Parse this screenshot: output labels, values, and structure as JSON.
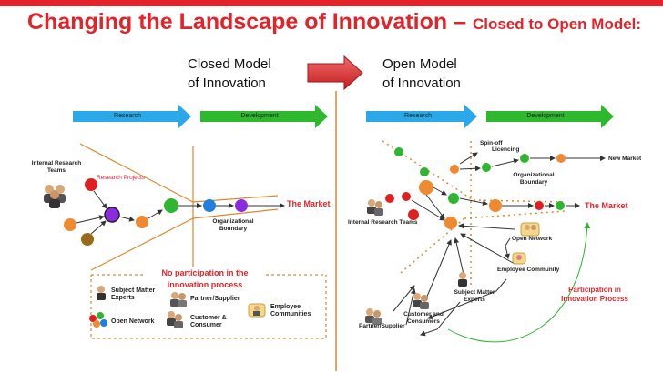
{
  "title": {
    "main": "Changing the Landscape of Innovation –",
    "sub": "Closed to Open Model:"
  },
  "closed": {
    "heading_line1": "Closed Model",
    "heading_line2": "of Innovation",
    "research_label": "Research",
    "development_label": "Development",
    "internal_teams_line1": "Internal Research",
    "internal_teams_line2": "Teams",
    "research_projects": "Research Projects",
    "the_market": "The Market",
    "org_boundary_line1": "Organizational",
    "org_boundary_line2": "Boundary",
    "no_participation_line1": "No participation in the",
    "no_participation_line2": "innovation process",
    "legend": {
      "sme_line1": "Subject Matter",
      "sme_line2": "Experts",
      "partner": "Partner/Supplier",
      "employee_line1": "Employee",
      "employee_line2": "Communities",
      "customer_line1": "Customer &",
      "customer_line2": "Consumer",
      "open_network": "Open Network"
    }
  },
  "open": {
    "heading_line1": "Open Model",
    "heading_line2": "of Innovation",
    "research_label": "Research",
    "development_label": "Development",
    "spin_off": "Spin-off",
    "licencing": "Licencing",
    "new_market": "New Market",
    "org_boundary_line1": "Organizational",
    "org_boundary_line2": "Boundary",
    "the_market": "The Market",
    "internal_teams": "Internal Research Teams",
    "open_network": "Open Network",
    "employee_community": "Employee Community",
    "sme_line1": "Subject Matter",
    "sme_line2": "Experts",
    "customer_line1": "Customer and",
    "customer_line2": "Consumers",
    "partner": "Partner/Supplier",
    "participation_line1": "Participation in",
    "participation_line2": "Innovation Process"
  },
  "colors": {
    "accent_red": "#e2232a",
    "research_blue": "#2aa8e8",
    "development_green": "#2db82d",
    "boundary_orange": "#d98a30",
    "node_green": "#2fb52f",
    "node_orange": "#f08a30",
    "node_red": "#e02020",
    "node_blue": "#1e7fe0",
    "node_purple": "#8a2be2",
    "node_brown": "#9a6a1a"
  }
}
